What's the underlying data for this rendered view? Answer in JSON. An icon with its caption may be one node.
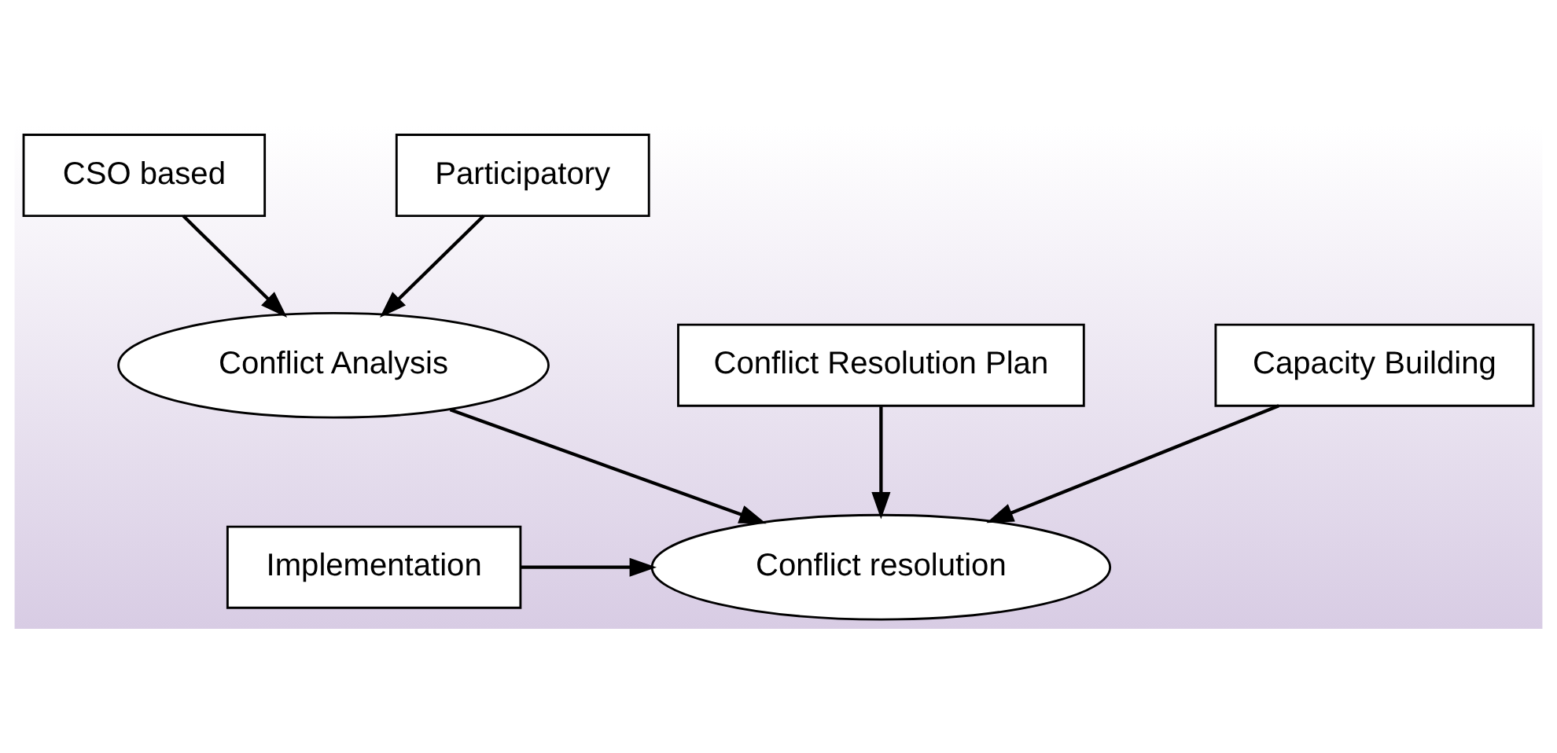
{
  "diagram": {
    "nodes": [
      {
        "text": [
          "CSO based"
        ]
      },
      {
        "text": [
          "Participatory"
        ]
      },
      {
        "text": [
          "Conflict Analysis"
        ]
      },
      {
        "text": [
          "Conflict Resolution Plan"
        ]
      },
      {
        "text": [
          "Conflict resolution"
        ]
      },
      {
        "text": [
          "Capacity Building"
        ]
      },
      {
        "text": [
          "Implementation"
        ]
      }
    ],
    "edges": [
      {
        "from": 0,
        "to": 2,
        "arrow": "to"
      },
      {
        "from": 1,
        "to": 2,
        "arrow": "to"
      },
      {
        "from": 2,
        "to": 4,
        "arrow": "to"
      },
      {
        "from": 3,
        "to": 4,
        "arrow": "to"
      },
      {
        "from": 5,
        "to": 4,
        "arrow": "to"
      },
      {
        "from": 6,
        "to": 4,
        "arrow": "to"
      }
    ]
  }
}
